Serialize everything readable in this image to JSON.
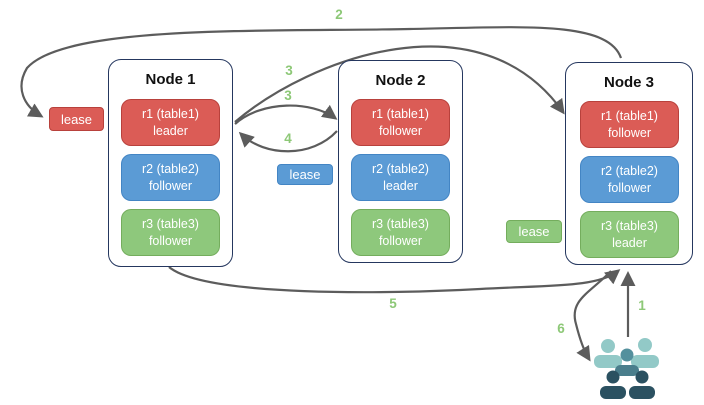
{
  "nodes": [
    {
      "title": "Node 1",
      "replicas": [
        {
          "name": "r1 (table1)",
          "role": "leader",
          "color": "red"
        },
        {
          "name": "r2 (table2)",
          "role": "follower",
          "color": "blue"
        },
        {
          "name": "r3 (table3)",
          "role": "follower",
          "color": "green"
        }
      ]
    },
    {
      "title": "Node 2",
      "replicas": [
        {
          "name": "r1 (table1)",
          "role": "follower",
          "color": "red"
        },
        {
          "name": "r2 (table2)",
          "role": "leader",
          "color": "blue"
        },
        {
          "name": "r3 (table3)",
          "role": "follower",
          "color": "green"
        }
      ]
    },
    {
      "title": "Node 3",
      "replicas": [
        {
          "name": "r1 (table1)",
          "role": "follower",
          "color": "red"
        },
        {
          "name": "r2 (table2)",
          "role": "follower",
          "color": "blue"
        },
        {
          "name": "r3 (table3)",
          "role": "leader",
          "color": "green"
        }
      ]
    }
  ],
  "leases": [
    {
      "label": "lease",
      "color": "#db5c56"
    },
    {
      "label": "lease",
      "color": "#5b9bd5"
    },
    {
      "label": "lease",
      "color": "#8ec87c"
    }
  ],
  "steps": [
    {
      "label": "2"
    },
    {
      "label": "3"
    },
    {
      "label": "3"
    },
    {
      "label": "4"
    },
    {
      "label": "5"
    },
    {
      "label": "1"
    },
    {
      "label": "6"
    }
  ],
  "icons": {
    "users_group": "users-group-icon"
  },
  "colors": {
    "replica_red": "#db5c56",
    "replica_red_border": "#b8413c",
    "replica_blue": "#5b9bd5",
    "replica_blue_border": "#4385c4",
    "replica_green": "#8ec87c",
    "replica_green_border": "#74ad5d",
    "node_border": "#25375f",
    "arrow": "#5c5c5c",
    "step_number": "#8dc877",
    "users_light": "#92c9c7",
    "users_mid": "#54909d",
    "users_dark": "#2b5161"
  }
}
